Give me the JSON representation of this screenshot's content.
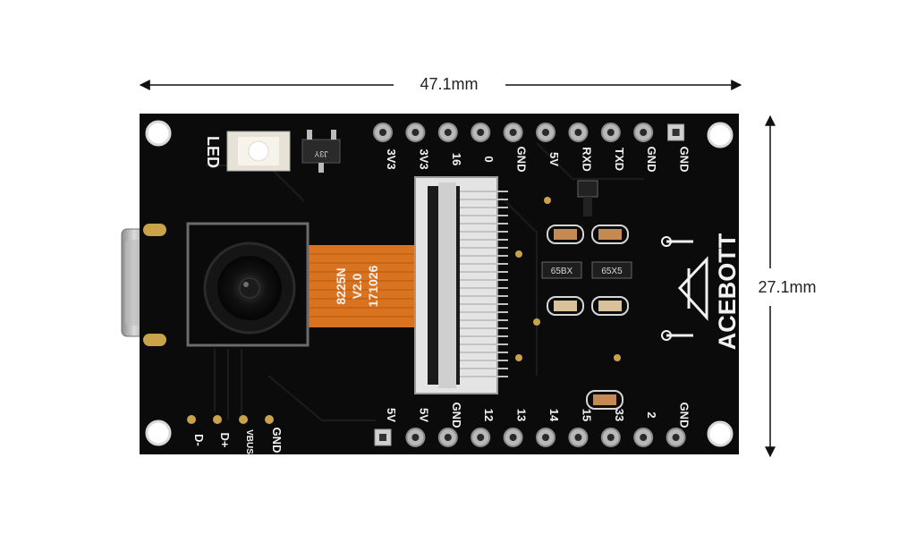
{
  "dimensions": {
    "width_label": "47.1mm",
    "height_label": "27.1mm"
  },
  "board": {
    "brand": "ACEBOTT",
    "led_label": "LED",
    "ic_marking": "J3Y",
    "top_pins": [
      "3V3",
      "3V3",
      "16",
      "0",
      "GND",
      "5V",
      "RXD",
      "TXD",
      "GND",
      "GND"
    ],
    "bottom_pins": [
      "5V",
      "5V",
      "GND",
      "12",
      "13",
      "14",
      "15",
      "33",
      "2",
      "GND"
    ],
    "usb_pins": [
      "D-",
      "D+",
      "VBUS",
      "GND"
    ],
    "ribbon_text": [
      "8225N",
      "V2.0",
      "171026"
    ],
    "smd_labels": [
      "65BX",
      "65X5"
    ]
  },
  "colors": {
    "pcb": "#0b0b0c",
    "ribbon": "#d9731f",
    "gold": "#c9a24a",
    "pin": "#b8b8b8"
  }
}
